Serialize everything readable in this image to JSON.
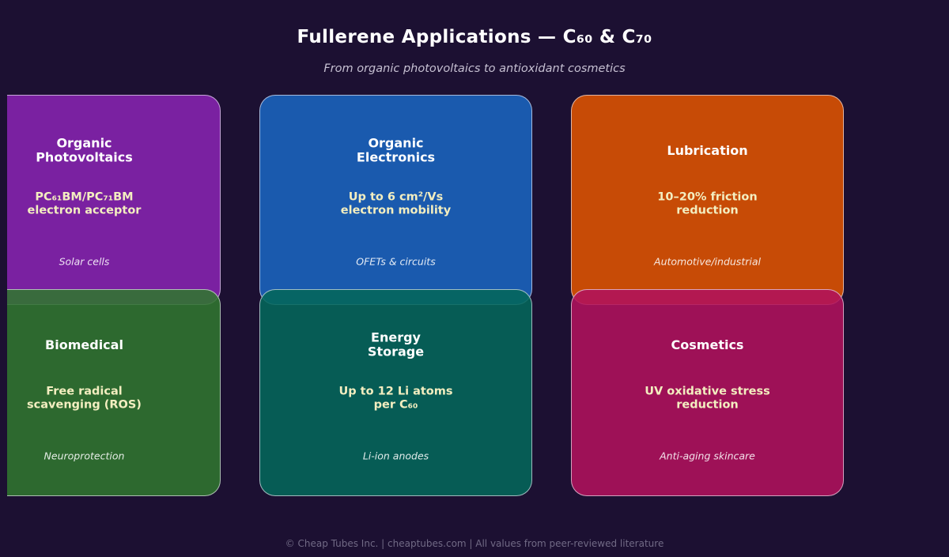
{
  "header": {
    "title": "Fullerene Applications — C₆₀ & C₇₀",
    "subtitle": "From organic photovoltaics to antioxidant cosmetics"
  },
  "cards": [
    {
      "id": "organic-photovoltaics",
      "title": "Organic\nPhotovoltaics",
      "highlight": "PC₆₁BM/PC₇₁BM\nelectron acceptor",
      "note": "Solar cells",
      "color": "#7a21a1"
    },
    {
      "id": "organic-electronics",
      "title": "Organic\nElectronics",
      "highlight": "Up to 6 cm²/Vs\nelectron mobility",
      "note": "OFETs & circuits",
      "color": "#1a5aae"
    },
    {
      "id": "lubrication",
      "title": "Lubrication",
      "highlight": "10–20% friction\nreduction",
      "note": "Automotive/industrial",
      "color": "#c74b06"
    },
    {
      "id": "biomedical",
      "title": "Biomedical",
      "highlight": "Free radical\nscavenging (ROS)",
      "note": "Neuroprotection",
      "color": "rgba(48,117,47,0.88)"
    },
    {
      "id": "energy-storage",
      "title": "Energy\nStorage",
      "highlight": "Up to 12 Li atoms\nper C₆₀",
      "note": "Li-ion anodes",
      "color": "rgba(3,103,90,0.88)"
    },
    {
      "id": "cosmetics",
      "title": "Cosmetics",
      "highlight": "UV oxidative stress\nreduction",
      "note": "Anti-aging skincare",
      "color": "rgba(176,17,92,0.88)"
    }
  ],
  "footer": {
    "text": "© Cheap Tubes Inc. | cheaptubes.com | All values from peer-reviewed literature"
  },
  "palette": {
    "background": "#1c1032",
    "accent_text": "#f3eec0",
    "card_border": "rgba(240,238,246,0.65)",
    "title_text": "#ffffff",
    "subtitle_text": "#c6c0d2",
    "footer_text": "#716a85"
  }
}
